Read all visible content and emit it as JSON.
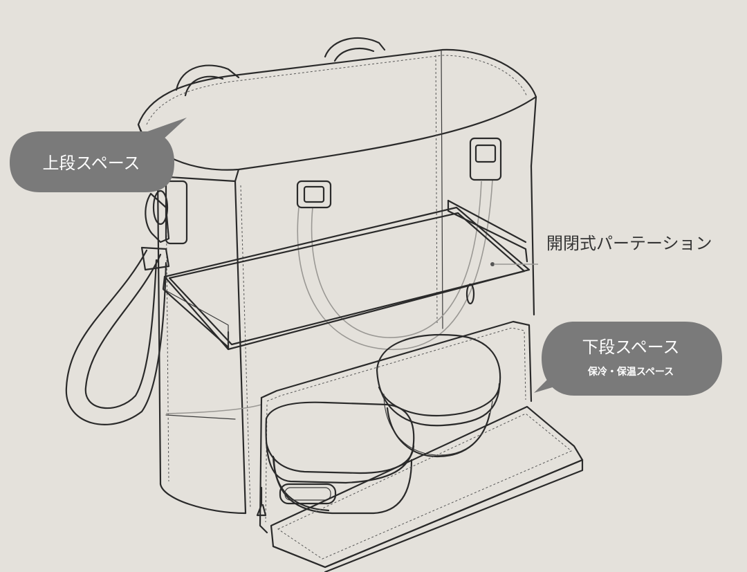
{
  "labels": {
    "upper_space": "上段スペース",
    "partition": "開閉式パーテーション",
    "lower_space": "下段スペース",
    "lower_space_sub": "保冷・保温スペース"
  },
  "colors": {
    "background": "#e4e1db",
    "bubble": "#7a7a7a",
    "bubble_text": "#ffffff",
    "line": "#2a2a2a",
    "label_text": "#333333"
  }
}
